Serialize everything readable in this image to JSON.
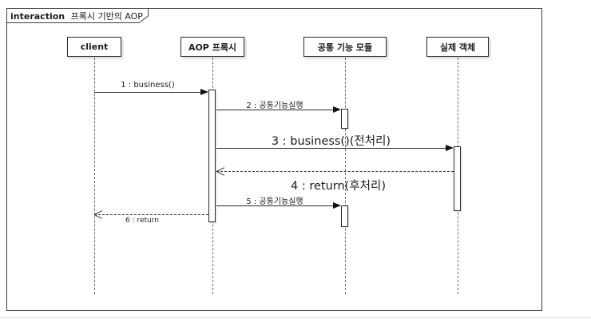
{
  "frame": {
    "keyword": "interaction",
    "title": "프록시 기반의 AOP"
  },
  "lifelines": [
    {
      "name": "client"
    },
    {
      "name": "AOP 프록시"
    },
    {
      "name": "공통 기능 모듈"
    },
    {
      "name": "실제 객체"
    }
  ],
  "messages": [
    {
      "label": "1 : business()",
      "type": "sync",
      "from": "client",
      "to": "AOP 프록시"
    },
    {
      "label": "2 : 공통기능실행",
      "type": "sync",
      "from": "AOP 프록시",
      "to": "공통 기능 모듈"
    },
    {
      "label": "3 : business()(전처리)",
      "type": "sync",
      "from": "AOP 프록시",
      "to": "실제 객체"
    },
    {
      "label": "4 : return(후처리)",
      "type": "return",
      "from": "실제 객체",
      "to": "AOP 프록시"
    },
    {
      "label": "5 : 공통기능실행",
      "type": "sync",
      "from": "AOP 프록시",
      "to": "공통 기능 모듈"
    },
    {
      "label": "6 : return",
      "type": "return",
      "from": "AOP 프록시",
      "to": "client"
    }
  ],
  "colors": {
    "line": "#2b2b2b",
    "background": "#ffffff"
  }
}
